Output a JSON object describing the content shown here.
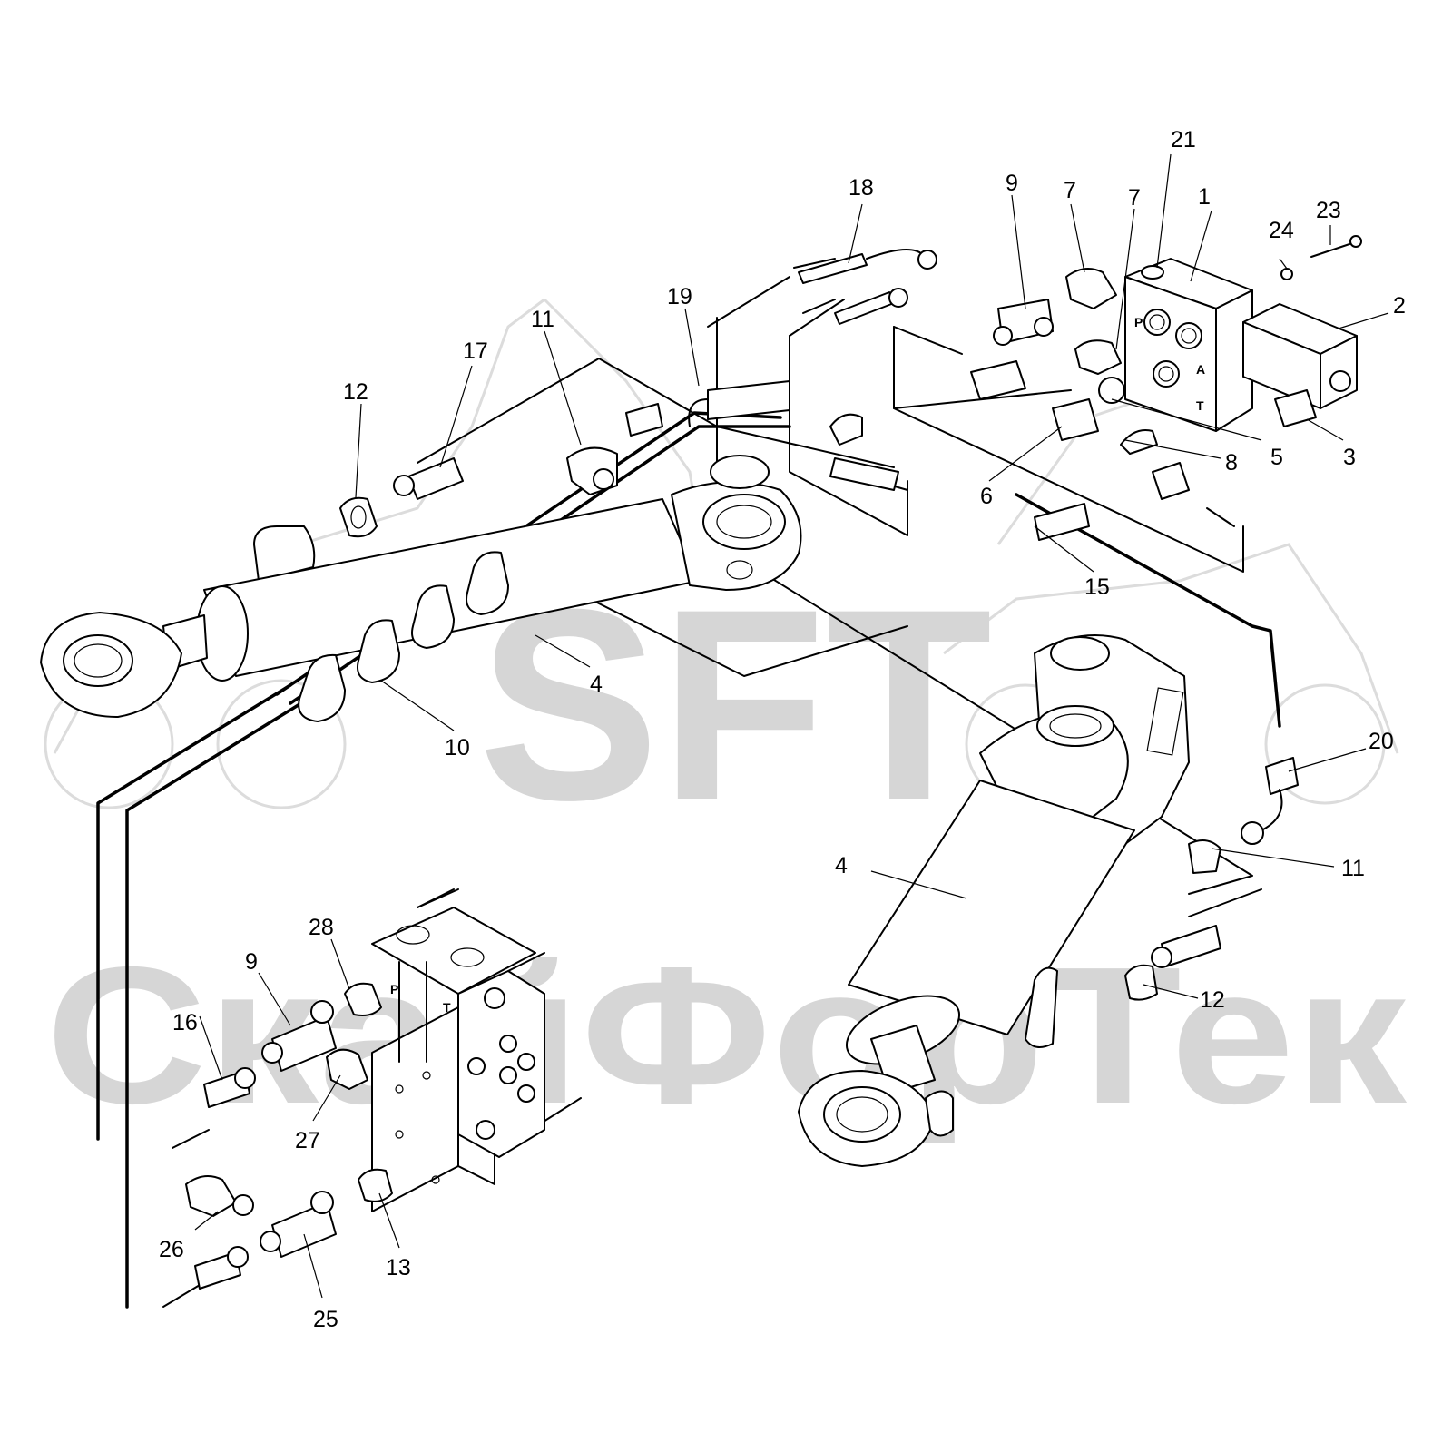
{
  "watermark": {
    "brand": "SFT",
    "company": "СкайФорТек"
  },
  "port_marks": {
    "valve_a": "A",
    "valve_t": "T",
    "valve_p": "P",
    "dist_p": "P",
    "dist_t": "T"
  },
  "callouts": [
    {
      "id": "c1",
      "text": "1"
    },
    {
      "id": "c2",
      "text": "2"
    },
    {
      "id": "c3",
      "text": "3"
    },
    {
      "id": "c4a",
      "text": "4"
    },
    {
      "id": "c4b",
      "text": "4"
    },
    {
      "id": "c5",
      "text": "5"
    },
    {
      "id": "c6",
      "text": "6"
    },
    {
      "id": "c7a",
      "text": "7"
    },
    {
      "id": "c7b",
      "text": "7"
    },
    {
      "id": "c8",
      "text": "8"
    },
    {
      "id": "c9a",
      "text": "9"
    },
    {
      "id": "c9b",
      "text": "9"
    },
    {
      "id": "c10",
      "text": "10"
    },
    {
      "id": "c11a",
      "text": "11"
    },
    {
      "id": "c11b",
      "text": "11"
    },
    {
      "id": "c12a",
      "text": "12"
    },
    {
      "id": "c12b",
      "text": "12"
    },
    {
      "id": "c13",
      "text": "13"
    },
    {
      "id": "c15",
      "text": "15"
    },
    {
      "id": "c16",
      "text": "16"
    },
    {
      "id": "c17",
      "text": "17"
    },
    {
      "id": "c18",
      "text": "18"
    },
    {
      "id": "c19",
      "text": "19"
    },
    {
      "id": "c20",
      "text": "20"
    },
    {
      "id": "c21",
      "text": "21"
    },
    {
      "id": "c23",
      "text": "23"
    },
    {
      "id": "c24",
      "text": "24"
    },
    {
      "id": "c25",
      "text": "25"
    },
    {
      "id": "c26",
      "text": "26"
    },
    {
      "id": "c27",
      "text": "27"
    },
    {
      "id": "c28",
      "text": "28"
    }
  ]
}
